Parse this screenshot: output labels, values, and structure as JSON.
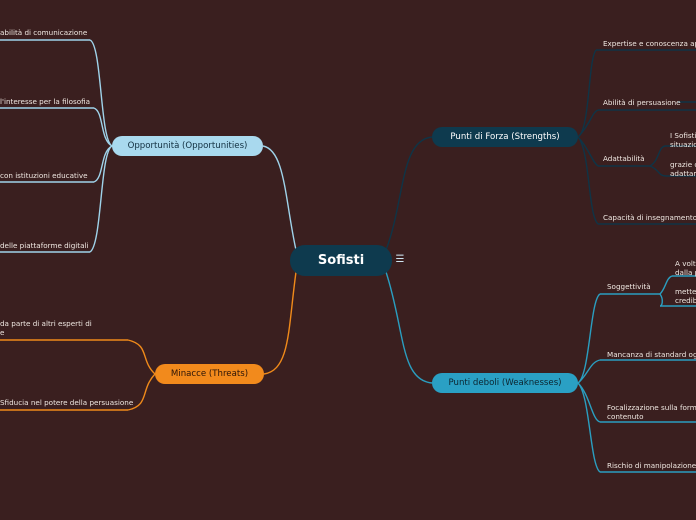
{
  "colors": {
    "background": "#3a1f1f",
    "central": "#0e3a4e",
    "strengths": "#0e3a4e",
    "weaknesses": "#2aa0c4",
    "opportunities": "#a9d9ee",
    "threats": "#f28a1c"
  },
  "central_topic": {
    "label": "Sofisti",
    "icon": "menu-icon"
  },
  "strengths": {
    "label": "Punti di Forza (Strengths)",
    "items": [
      "Expertise e conoscenza app",
      "Abilità di persuasione",
      "Adattabilità",
      "Capacità di insegnamento"
    ],
    "adattabilita_sub": [
      "I Sofisti",
      "situazio",
      "grazie c",
      "adattam"
    ]
  },
  "weaknesses": {
    "label": "Punti deboli (Weaknesses)",
    "items": [
      "Soggettività",
      "Mancanza di standard ogg",
      "Focalizzazione sulla forma",
      "contenuto",
      "Rischio di manipolazione"
    ],
    "soggettivita_sub": [
      "A volt",
      "dalla p",
      "mette",
      "credib"
    ]
  },
  "opportunities": {
    "label": "Opportunità (Opportunities)",
    "items": [
      "abilità di comunicazione",
      "l'interesse per la filosofia",
      "con istituzioni educative",
      "delle piattaforme digitali"
    ]
  },
  "threats": {
    "label": "Minacce (Threats)",
    "items": [
      "da parte di altri esperti di",
      "e",
      "Sfiducia nel potere della persuasione"
    ]
  }
}
